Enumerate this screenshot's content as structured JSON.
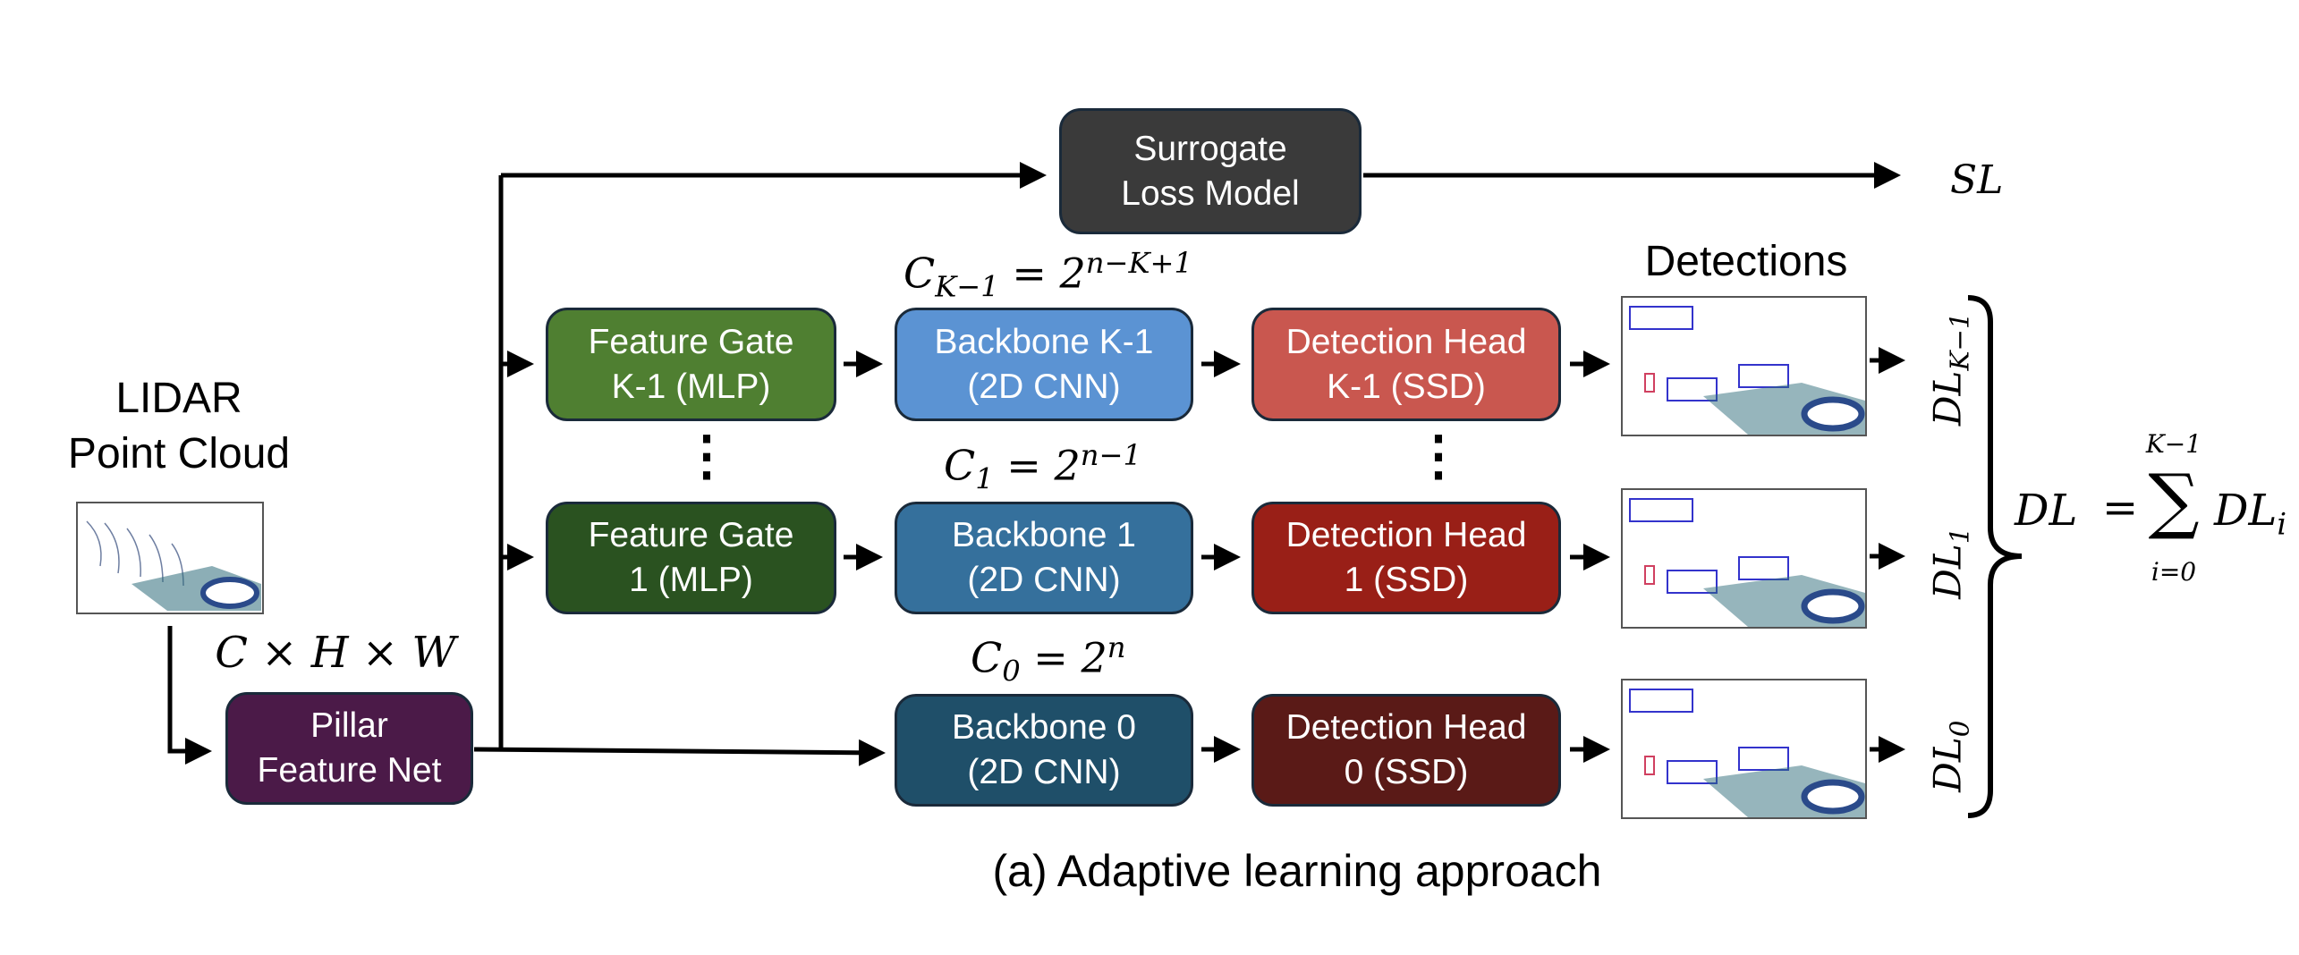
{
  "colors": {
    "surrogate": "#3a3a3a",
    "feature_gate_k1": "#4f7f31",
    "feature_gate_1": "#2a5220",
    "backbone_k1": "#5b93d3",
    "backbone_1": "#35709c",
    "backbone_0": "#1f4f69",
    "det_head_k1": "#c9574f",
    "det_head_1": "#991f17",
    "det_head_0": "#5a1a17",
    "pillar": "#4b1a48"
  },
  "input": {
    "title_line1": "LIDAR",
    "title_line2": "Point Cloud",
    "dims_label": "C × H × W"
  },
  "pillar": {
    "line1": "Pillar",
    "line2": "Feature Net"
  },
  "surrogate": {
    "line1": "Surrogate",
    "line2": "Loss Model",
    "output": "SL"
  },
  "feature_gates": [
    {
      "line1": "Feature Gate",
      "line2": "K-1 (MLP)"
    },
    {
      "line1": "Feature Gate",
      "line2": "1 (MLP)"
    }
  ],
  "backbones": [
    {
      "line1": "Backbone K-1",
      "line2": "(2D CNN)",
      "channel_base": "C",
      "channel_sub": "K−1",
      "channel_exp_base": "2",
      "channel_exp": "n−K+1"
    },
    {
      "line1": "Backbone 1",
      "line2": "(2D CNN)",
      "channel_base": "C",
      "channel_sub": "1",
      "channel_exp_base": "2",
      "channel_exp": "n−1"
    },
    {
      "line1": "Backbone 0",
      "line2": "(2D CNN)",
      "channel_base": "C",
      "channel_sub": "0",
      "channel_exp_base": "2",
      "channel_exp": "n"
    }
  ],
  "det_heads": [
    {
      "line1": "Detection Head",
      "line2": "K-1 (SSD)"
    },
    {
      "line1": "Detection Head",
      "line2": "1 (SSD)"
    },
    {
      "line1": "Detection Head",
      "line2": "0 (SSD)"
    }
  ],
  "detections": {
    "title": "Detections"
  },
  "losses": [
    {
      "base": "DL",
      "sub": "K−1"
    },
    {
      "base": "DL",
      "sub": "1"
    },
    {
      "base": "DL",
      "sub": "0"
    }
  ],
  "sum": {
    "lhs": "DL",
    "eq": "=",
    "sigma": "∑",
    "upper": "K−1",
    "lower": "i=0",
    "term": "DL",
    "term_sub": "i"
  },
  "ellipsis": "⋮",
  "caption": "(a) Adaptive learning approach"
}
